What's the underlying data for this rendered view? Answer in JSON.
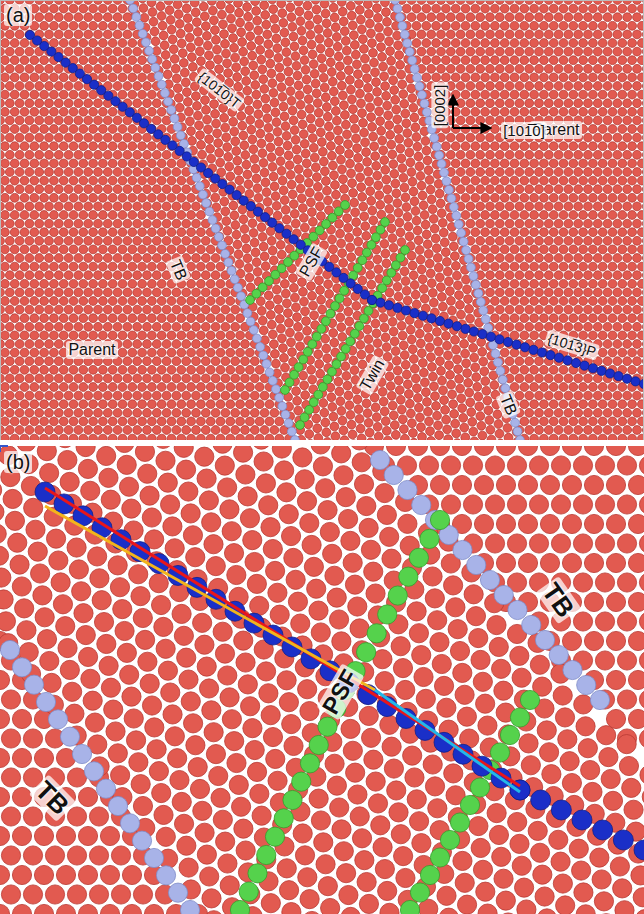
{
  "diagram": {
    "labels": [
      "(a)",
      "{101̅0}T",
      "[0002]",
      "Parent",
      "[101̅0]",
      "TB",
      "PSF",
      "Parent",
      "Twin",
      "{101̅3}P",
      "TB",
      "(b)",
      "TB",
      "PSF",
      "TB"
    ]
  }
}
